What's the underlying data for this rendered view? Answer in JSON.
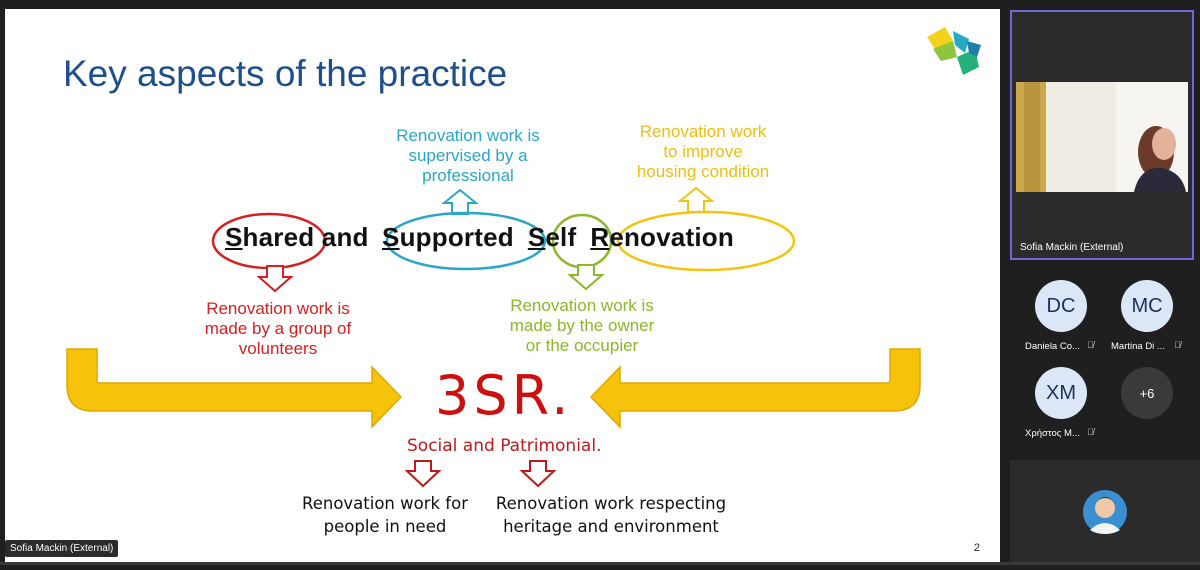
{
  "slide": {
    "title": "Key aspects of the practice",
    "phrase": {
      "shared_initial": "S",
      "shared_rest": "hared",
      "and": " and ",
      "supported_initial": "S",
      "supported_rest": "upported",
      "self_initial": "S",
      "self_rest": "elf",
      "renovation_initial": "R",
      "renovation_rest": "enovation"
    },
    "blue_note": [
      "Renovation work is",
      "supervised by a",
      "professional"
    ],
    "yellow_note": [
      "Renovation work",
      "to improve",
      "housing condition"
    ],
    "red_note": [
      "Renovation work is",
      "made by a group of",
      "volunteers"
    ],
    "green_note": [
      "Renovation work is",
      "made by the owner",
      "or the occupier"
    ],
    "big_label": "3SR.",
    "subtitle": "Social and Patrimonial.",
    "bottom_left": [
      "Renovation work for",
      "people in need"
    ],
    "bottom_right": [
      "Renovation work respecting",
      "heritage and environment"
    ],
    "page_number": "2"
  },
  "presenter_tag": "Sofia Mackin (External)",
  "sidebar": {
    "camera_name": "Sofia Mackin (External)",
    "participants": [
      {
        "initials": "DC",
        "name": "Daniela Co...",
        "mic": "muted-mic-icon"
      },
      {
        "initials": "MC",
        "name": "Martina Di ...",
        "mic": "muted-mic-icon"
      },
      {
        "initials": "XM",
        "name": "Χρήστος Μ...",
        "mic": "muted-mic-icon"
      }
    ],
    "more_count": "+6"
  },
  "colors": {
    "red": "#d42020",
    "blue": "#2aa6c8",
    "green": "#8ab82a",
    "yellow": "#f2c40f",
    "title": "#1f4e8c"
  }
}
